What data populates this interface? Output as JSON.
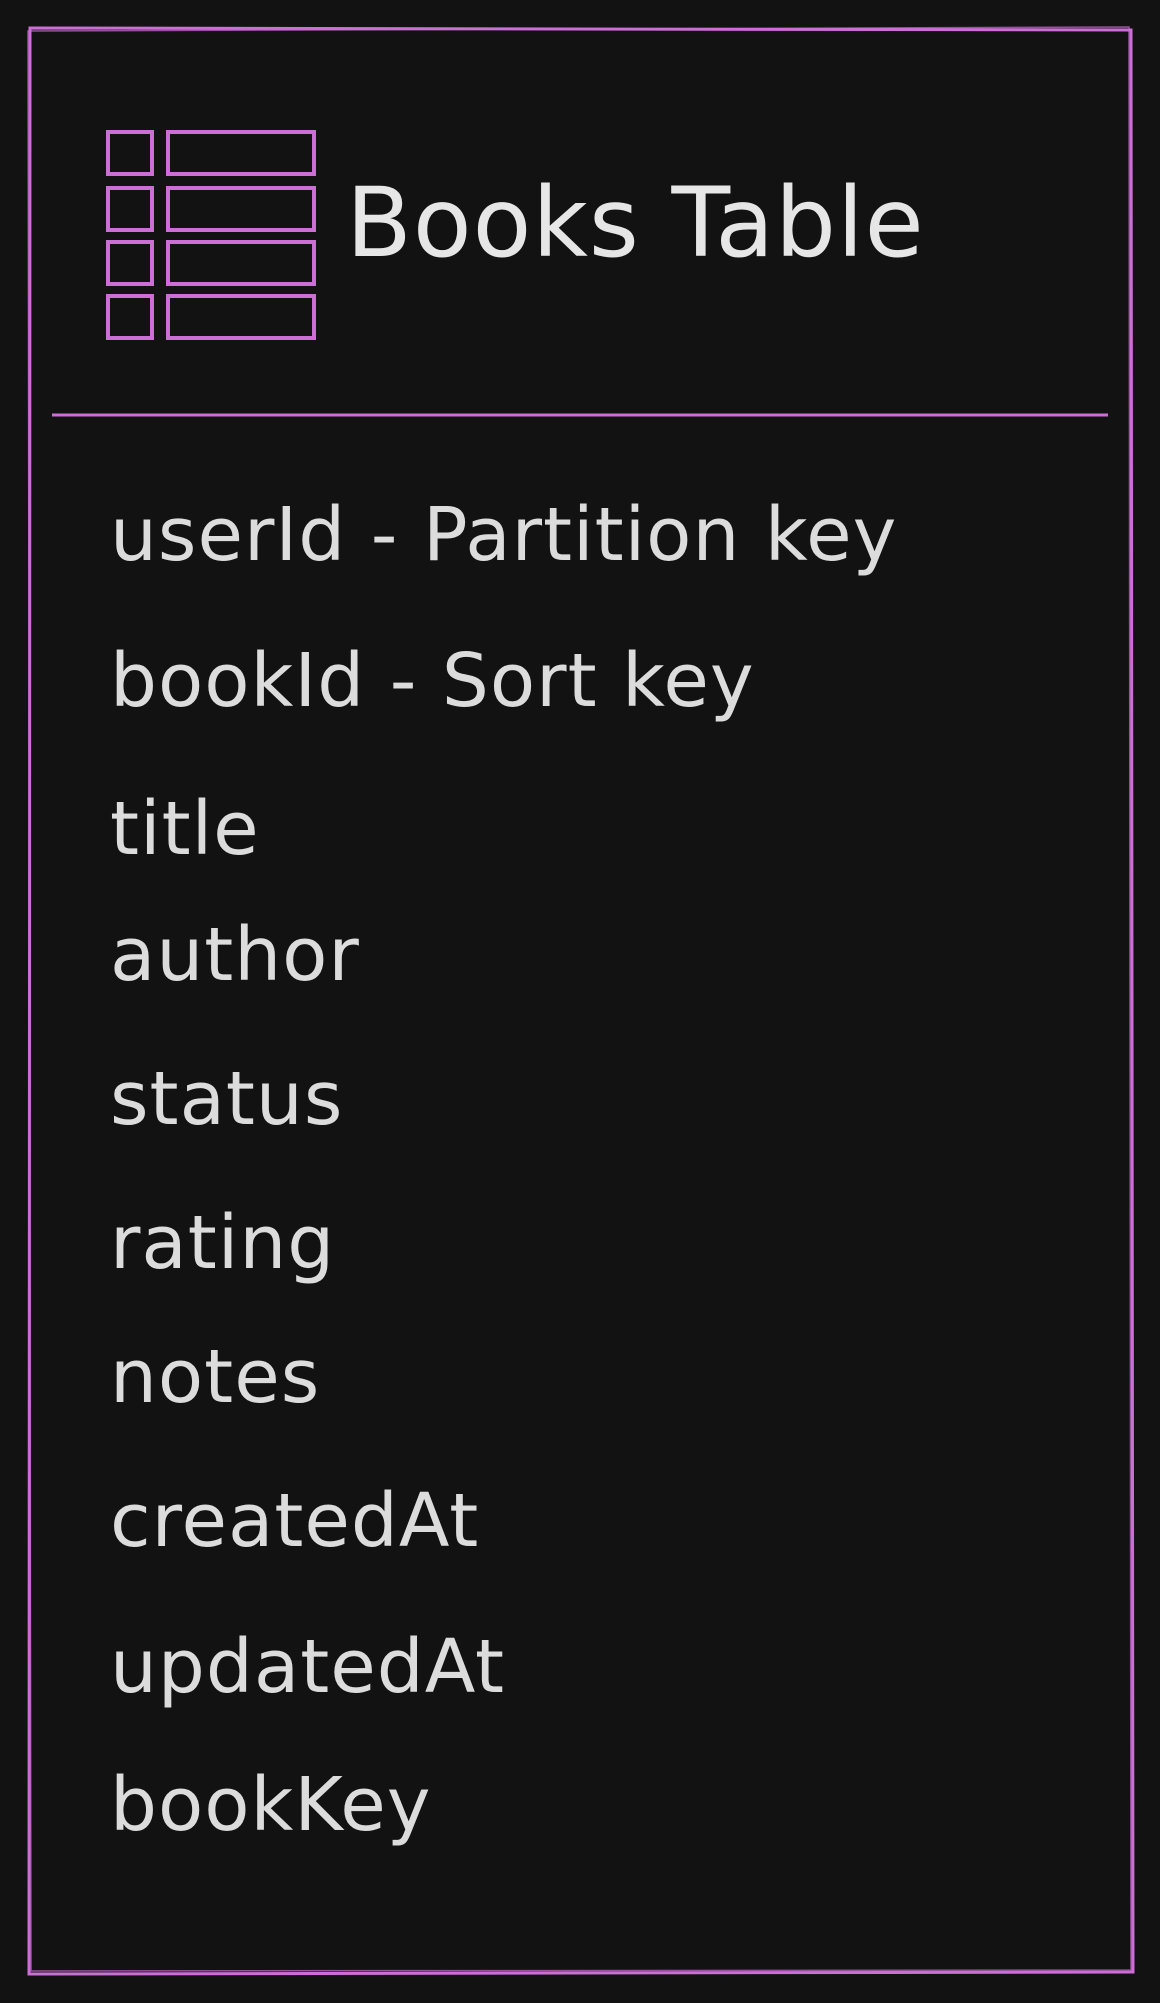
{
  "accent_color": "#cc6ed6",
  "background_color": "#121212",
  "text_color": "#dcdcdc",
  "header": {
    "icon": "table-icon",
    "title": "Books Table"
  },
  "fields": [
    "userId - Partition key",
    "bookId - Sort key",
    "title",
    "author",
    "status",
    "rating",
    "notes",
    "createdAt",
    "updatedAt",
    "bookKey"
  ]
}
